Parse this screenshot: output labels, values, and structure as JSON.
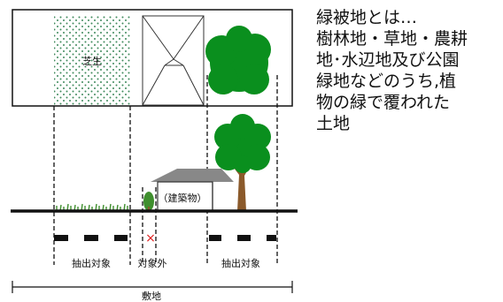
{
  "plan": {
    "lawn_label": "芝生"
  },
  "section": {
    "building_label": "（建築物）",
    "extracted_left": "抽出対象",
    "excluded": "対象外",
    "extracted_right": "抽出対象",
    "site": "敷地",
    "exclusion_mark": "×"
  },
  "description": {
    "lines": [
      "緑被地とは…",
      "樹林地・草地・農耕",
      "地･水辺地及び公園",
      "緑地などのうち,植",
      "物の緑で覆われた",
      "土地"
    ]
  },
  "colors": {
    "tree_green": "#0a8f1e",
    "lawn_dot": "#3f8a5c",
    "grass_green": "#3f8f2e",
    "trunk_brown": "#8b5a2b",
    "roof_gray": "#888888",
    "mark_red": "#e02020"
  }
}
